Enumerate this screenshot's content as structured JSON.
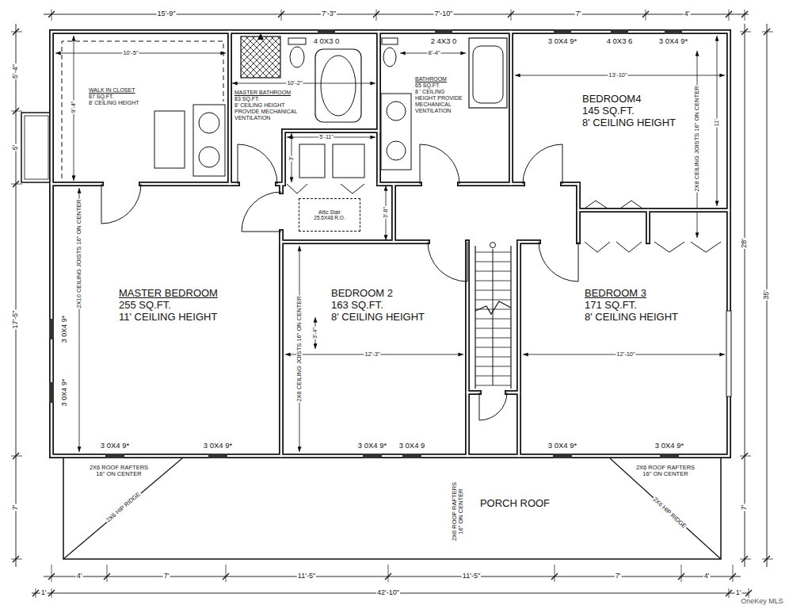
{
  "diagram": {
    "nodes": [
      {
        "text": [
          "WALK IN CLOSET",
          "87 SQ.FT.",
          "8' CEILING HEIGHT"
        ]
      },
      {
        "text": [
          "MASTER BATHROOM",
          "83 SQ.FT.",
          "8' CEILING HEIGHT PROVIDE MECHANICAL VENTILATION"
        ]
      },
      {
        "text": [
          "BATHROOM",
          "65 SQ.FT.",
          "8 ' CEILING HEIGHT PROVIDE MECHANICAL VENTILATION"
        ]
      },
      {
        "text": [
          "BEDROOM4",
          "145 SQ.FT.",
          "8' CEILING HEIGHT"
        ]
      },
      {
        "text": [
          "Attic Stair 25.5X48 R.O."
        ]
      },
      {
        "text": [
          "MASTER BEDROOM",
          "255 SQ.FT.",
          "11' CEILING HEIGHT"
        ]
      },
      {
        "text": [
          "BEDROOM 2",
          "163 SQ.FT.",
          "8' CEILING HEIGHT"
        ]
      },
      {
        "text": [
          "BEDROOM 3",
          "171 SQ.FT.",
          "8' CEILING HEIGHT"
        ]
      },
      {
        "text": [
          "PORCH ROOF"
        ]
      }
    ],
    "labels": [
      "15'-9\"",
      "7'-3\"",
      "7'-10\"",
      "7'",
      "4'",
      "4 0X3 0",
      "2 4X3 0",
      "3 0X4 9*",
      "4 0X3 6",
      "3 0X4 9*",
      "10'-5\"",
      "9'-4\"",
      "10'-2\"",
      "8'-4\"",
      "13'-10\"",
      "11'",
      "2X8 CEILING JOISTS 16\" ON CENTER",
      "5'-11\"",
      "3'",
      "3'-8\"",
      "2X10 CEILING JOISTS 16\" ON CENTER",
      "3 0X4 9*",
      "3 0X4 9*",
      "2X8 CEILING JOISTS 16\" ON CENTER",
      "3'-4\"",
      "12'-3\"",
      "12'-10\"",
      "3 0X4 9*",
      "3 0X4 9*",
      "3 0X4 9*",
      "3 0X4 9",
      "3 0X4 9*",
      "3 0X4 9*",
      "2X6 ROOF RAFTERS 16\" ON CENTER",
      "2X6 HIP RIDGE",
      "2X6 ROOF RAFTERS 16\" ON CENTER",
      "2X6 ROOF RAFTERS 16\" ON CENTER",
      "2X6 HIP RIDGE",
      "4'",
      "7'",
      "11'-5\"",
      "11'-5\"",
      "7'",
      "4'",
      "1'",
      "42'-10\"",
      "1'",
      "28'",
      "35'",
      "7'",
      "5'-4\"",
      "5'",
      "17'-5\"",
      "7'",
      "OneKey MLS"
    ]
  }
}
